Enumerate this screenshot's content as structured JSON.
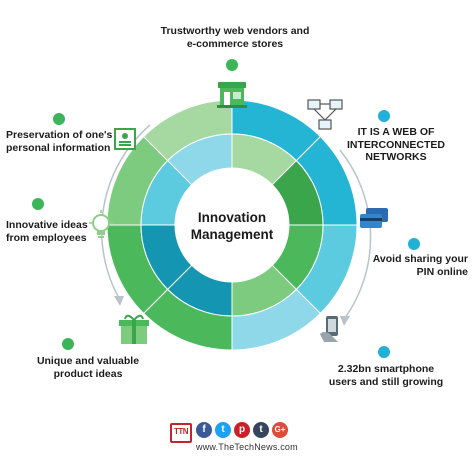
{
  "center": {
    "line1": "Innovation",
    "line2": "Management"
  },
  "labels": {
    "top": [
      "Trustworthy web vendors and",
      "e-commerce stores"
    ],
    "right_top": [
      "IT IS A WEB OF",
      "INTERCONNECTED NETWORKS"
    ],
    "right_mid": [
      "Avoid sharing your",
      "PIN online"
    ],
    "right_bottom": [
      "2.32bn smartphone",
      "users and still growing"
    ],
    "left_top": [
      "Preservation of one's",
      "personal information"
    ],
    "left_mid": [
      "Innovative ideas",
      "from employees"
    ],
    "left_bottom": [
      "Unique and valuable",
      "product ideas"
    ]
  },
  "colors": {
    "blue_dark": "#1496b3",
    "blue": "#23b5d3",
    "blue_light": "#5ccbe0",
    "blue_pale": "#8ed8ea",
    "green_dark": "#3aa54a",
    "green": "#4cb85c",
    "green_light": "#7ccb7f",
    "green_pale": "#a6d9a2",
    "dot_green": "#3cb55a",
    "dot_blue": "#22b1d6"
  },
  "icons": {
    "top": "storefront-icon",
    "right_top": "network-computers-icon",
    "right_mid": "credit-cards-icon",
    "right_bottom": "smartphone-hand-icon",
    "left_top": "id-card-icon",
    "left_mid": "lightbulb-icon",
    "left_bottom": "gift-box-icon"
  },
  "footer": {
    "logo_text": "TTN",
    "website": "www.TheTechNews.com",
    "social": [
      {
        "name": "facebook",
        "glyph": "f",
        "color": "#3b5998"
      },
      {
        "name": "twitter",
        "glyph": "t",
        "color": "#1da1f2"
      },
      {
        "name": "pinterest",
        "glyph": "p",
        "color": "#cb2027"
      },
      {
        "name": "tumblr",
        "glyph": "t",
        "color": "#35465c"
      },
      {
        "name": "google-plus",
        "glyph": "G+",
        "color": "#dd4b39"
      }
    ]
  }
}
